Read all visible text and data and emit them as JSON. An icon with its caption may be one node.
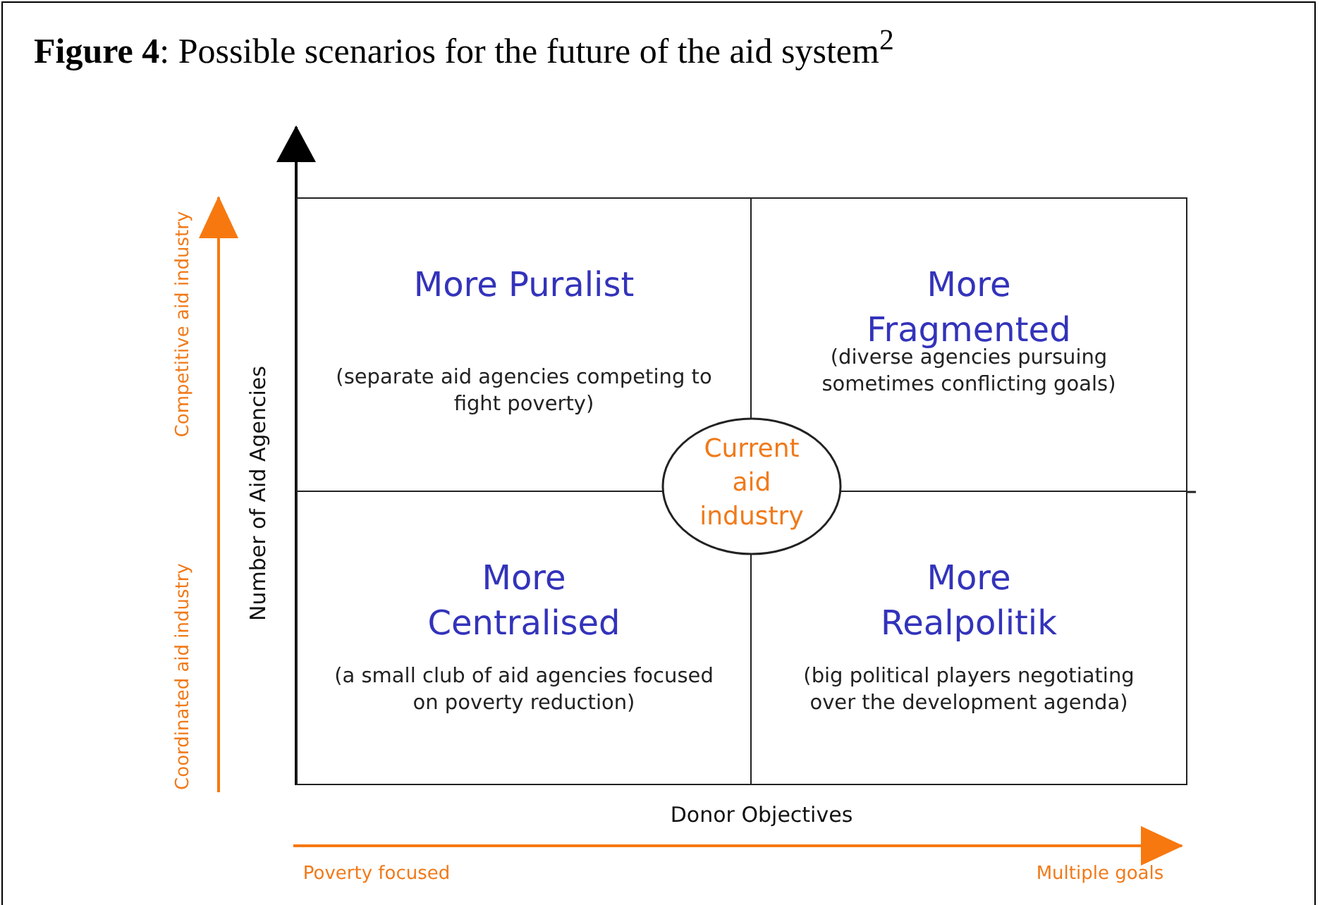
{
  "diagram": {
    "title": "**Figure 4**: Possible scenarios for the future of the aid system$^{2}$",
    "nodes": [
      {
        "text": [
          "More Puralist",
          "(separate aid agencies competing to fight poverty)"
        ]
      },
      {
        "text": [
          "More Fragmented",
          "(diverse agencies pursuing sometimes conflicting goals)"
        ]
      },
      {
        "text": [
          "More Centralised",
          "(a small club of aid agencies focused on poverty reduction)"
        ]
      },
      {
        "text": [
          "More Realpolitik",
          "(big political players negotiating over the development agenda)"
        ]
      },
      {
        "text": [
          "Current aid industry"
        ]
      }
    ],
    "labels": [
      "Competitive aid industry",
      "Coordinated aid industry",
      "Number of Aid Agencies",
      "Donor Objectives",
      "Poverty focused",
      "Multiple goals"
    ]
  }
}
